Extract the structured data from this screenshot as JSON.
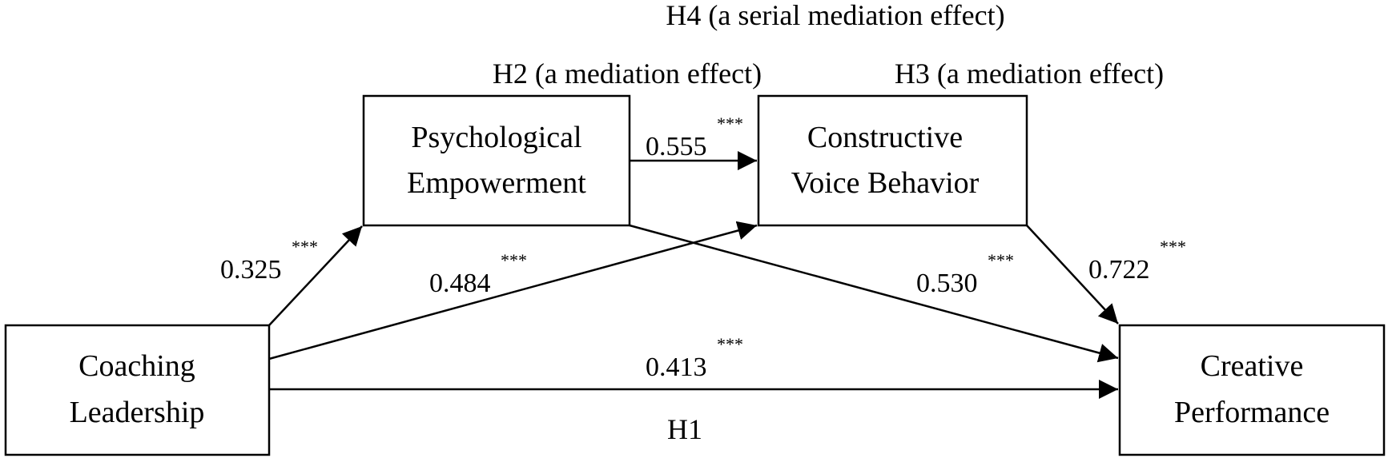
{
  "hypotheses": {
    "h4": "H4 (a serial mediation effect)",
    "h2": "H2 (a mediation effect)",
    "h3": "H3 (a mediation effect)",
    "h1": "H1"
  },
  "nodes": {
    "coaching_leadership": [
      "Coaching",
      "Leadership"
    ],
    "psychological_empowerment": [
      "Psychological",
      "Empowerment"
    ],
    "constructive_voice_behavior": [
      "Constructive",
      "Voice Behavior"
    ],
    "creative_performance": [
      "Creative",
      "Performance"
    ]
  },
  "paths": {
    "cl_to_pe": {
      "value": "0.325",
      "sig": "***"
    },
    "pe_to_cvb": {
      "value": "0.555",
      "sig": "***"
    },
    "cl_to_cvb": {
      "value": "0.484",
      "sig": "***"
    },
    "pe_to_cp": {
      "value": "0.530",
      "sig": "***"
    },
    "cvb_to_cp": {
      "value": "0.722",
      "sig": "***"
    },
    "cl_to_cp": {
      "value": "0.413",
      "sig": "***"
    }
  }
}
